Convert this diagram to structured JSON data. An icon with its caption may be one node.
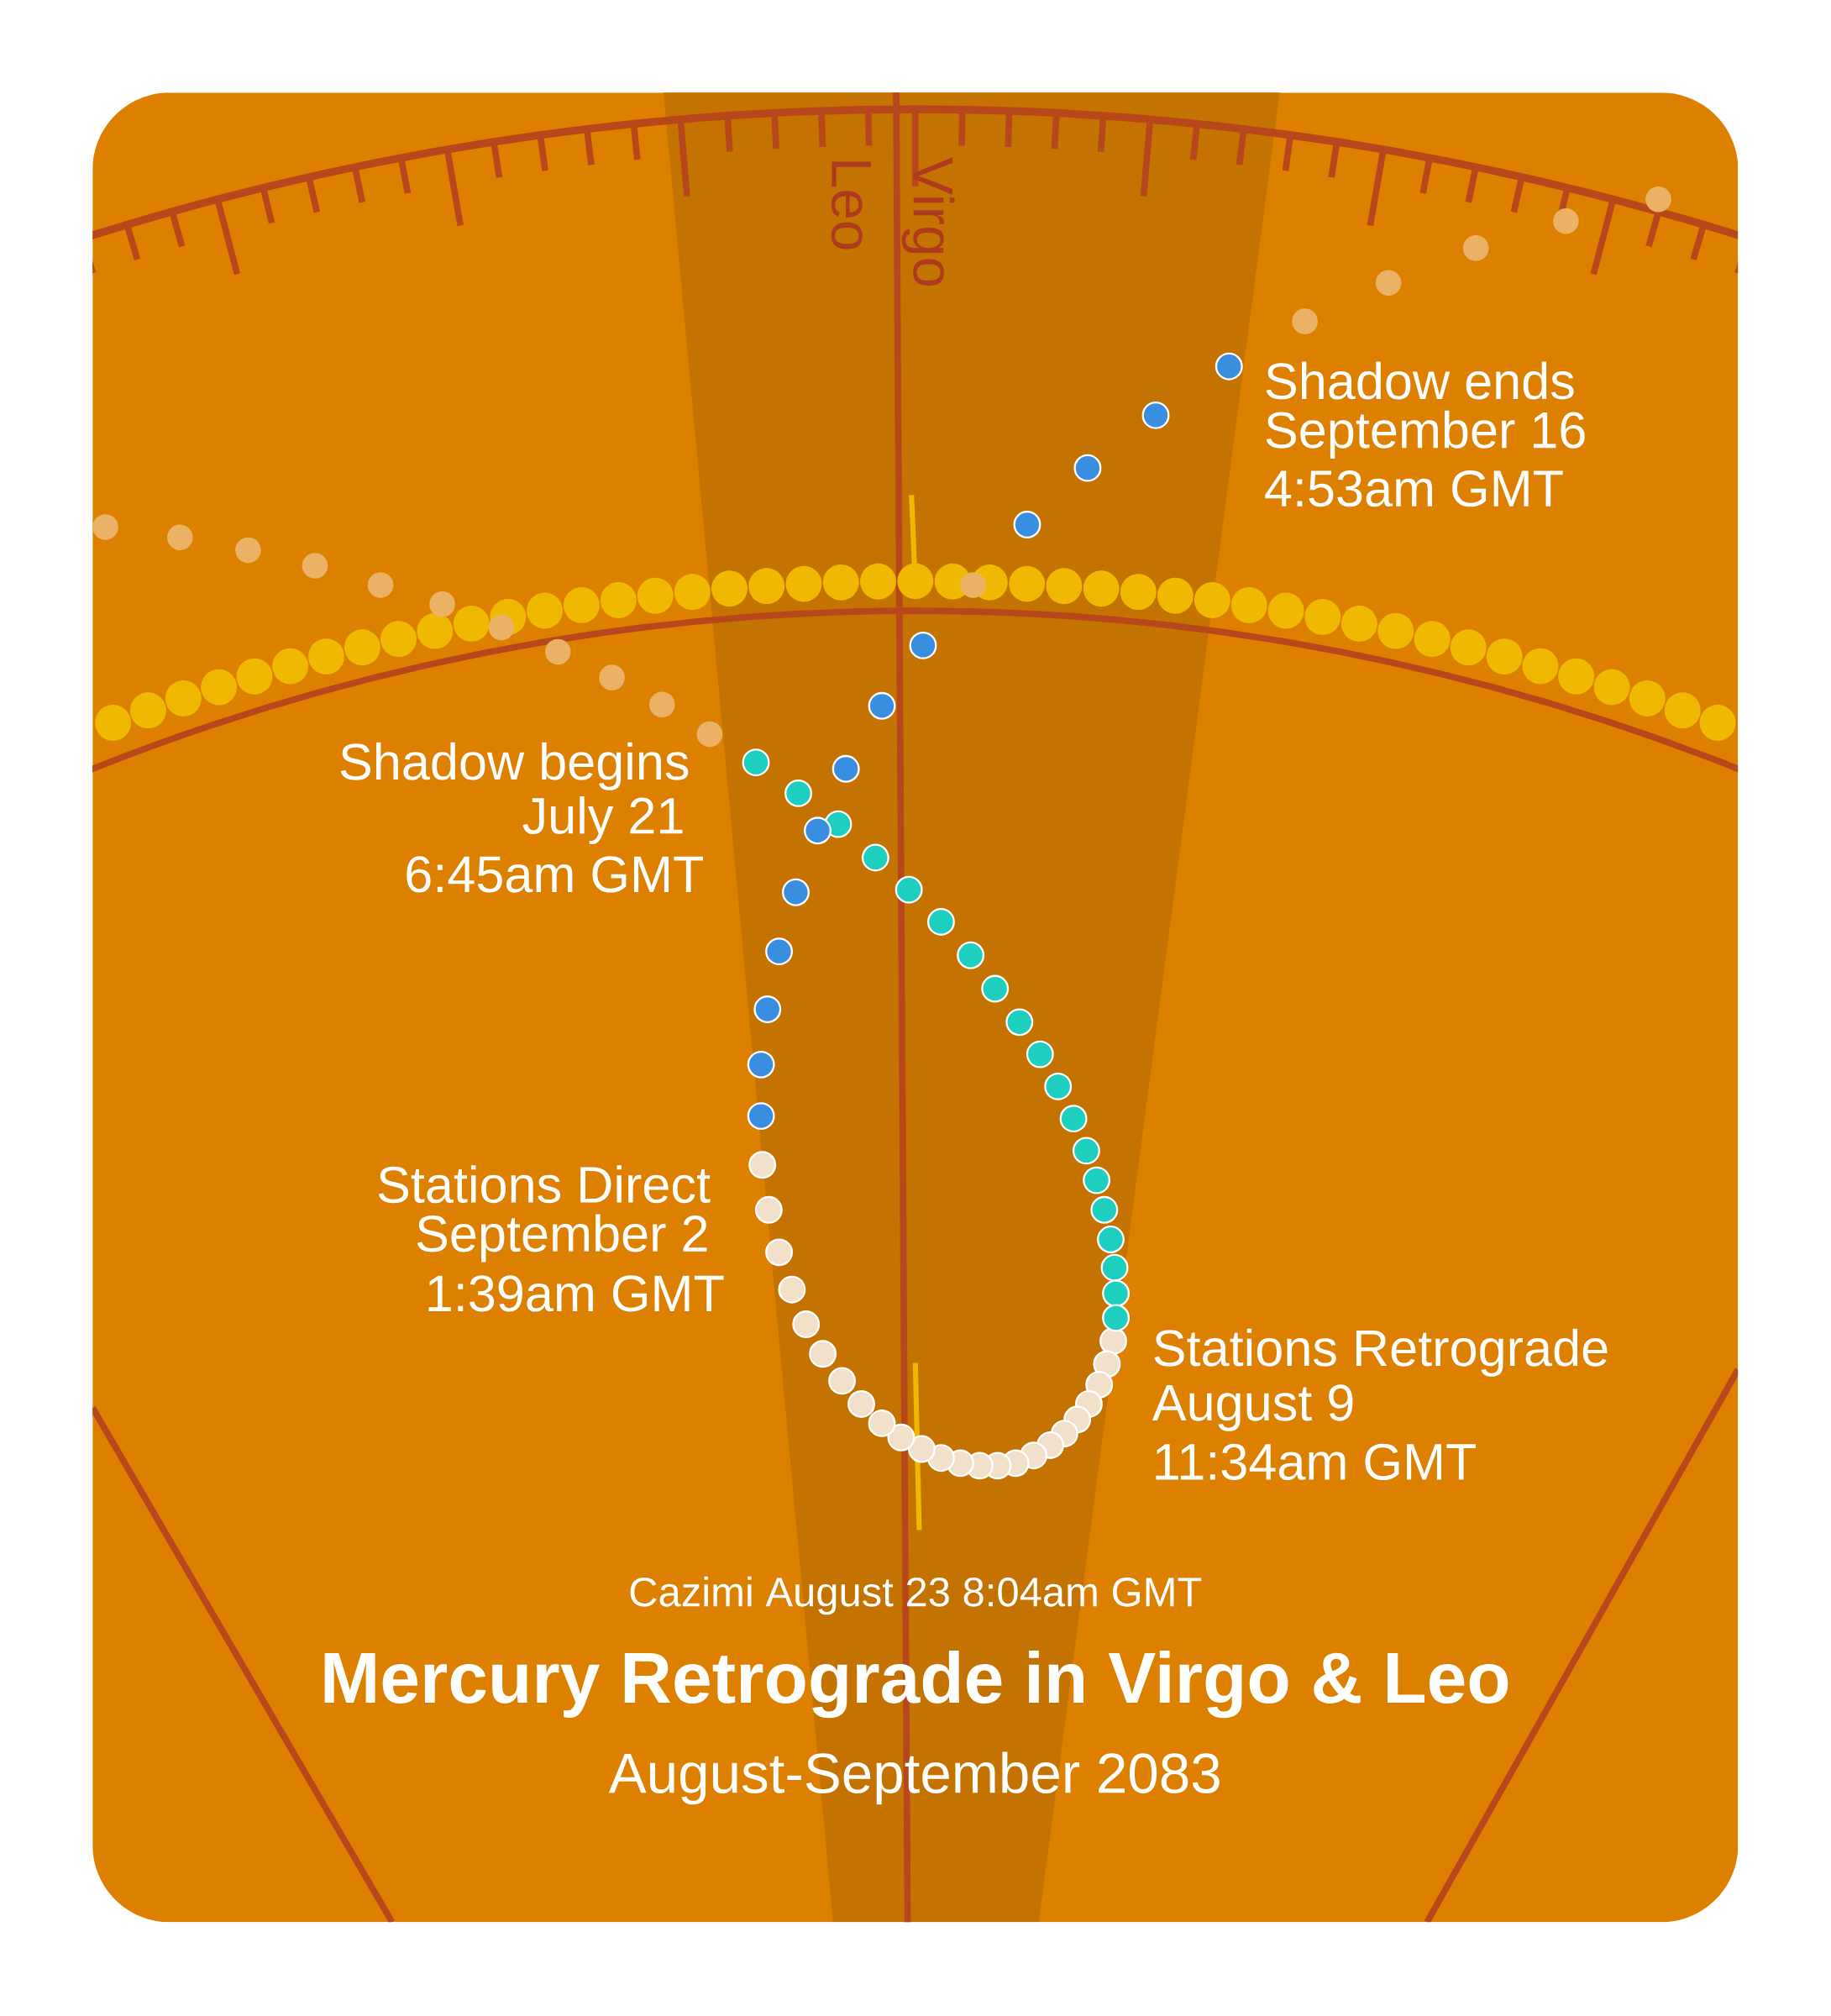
{
  "diagram": {
    "title": "Mercury Retrograde in Virgo & Leo",
    "labels": [
      "Leo",
      "Virgo",
      "Shadow ends",
      "September 16",
      "4:53am GMT",
      "Shadow begins",
      "July 21",
      "6:45am GMT",
      "Stations Direct",
      "September 2",
      "1:39am GMT",
      "Stations Retrograde",
      "August 9",
      "11:34am GMT",
      "Cazimi August 23 8:04am GMT",
      "August-September 2083"
    ]
  }
}
